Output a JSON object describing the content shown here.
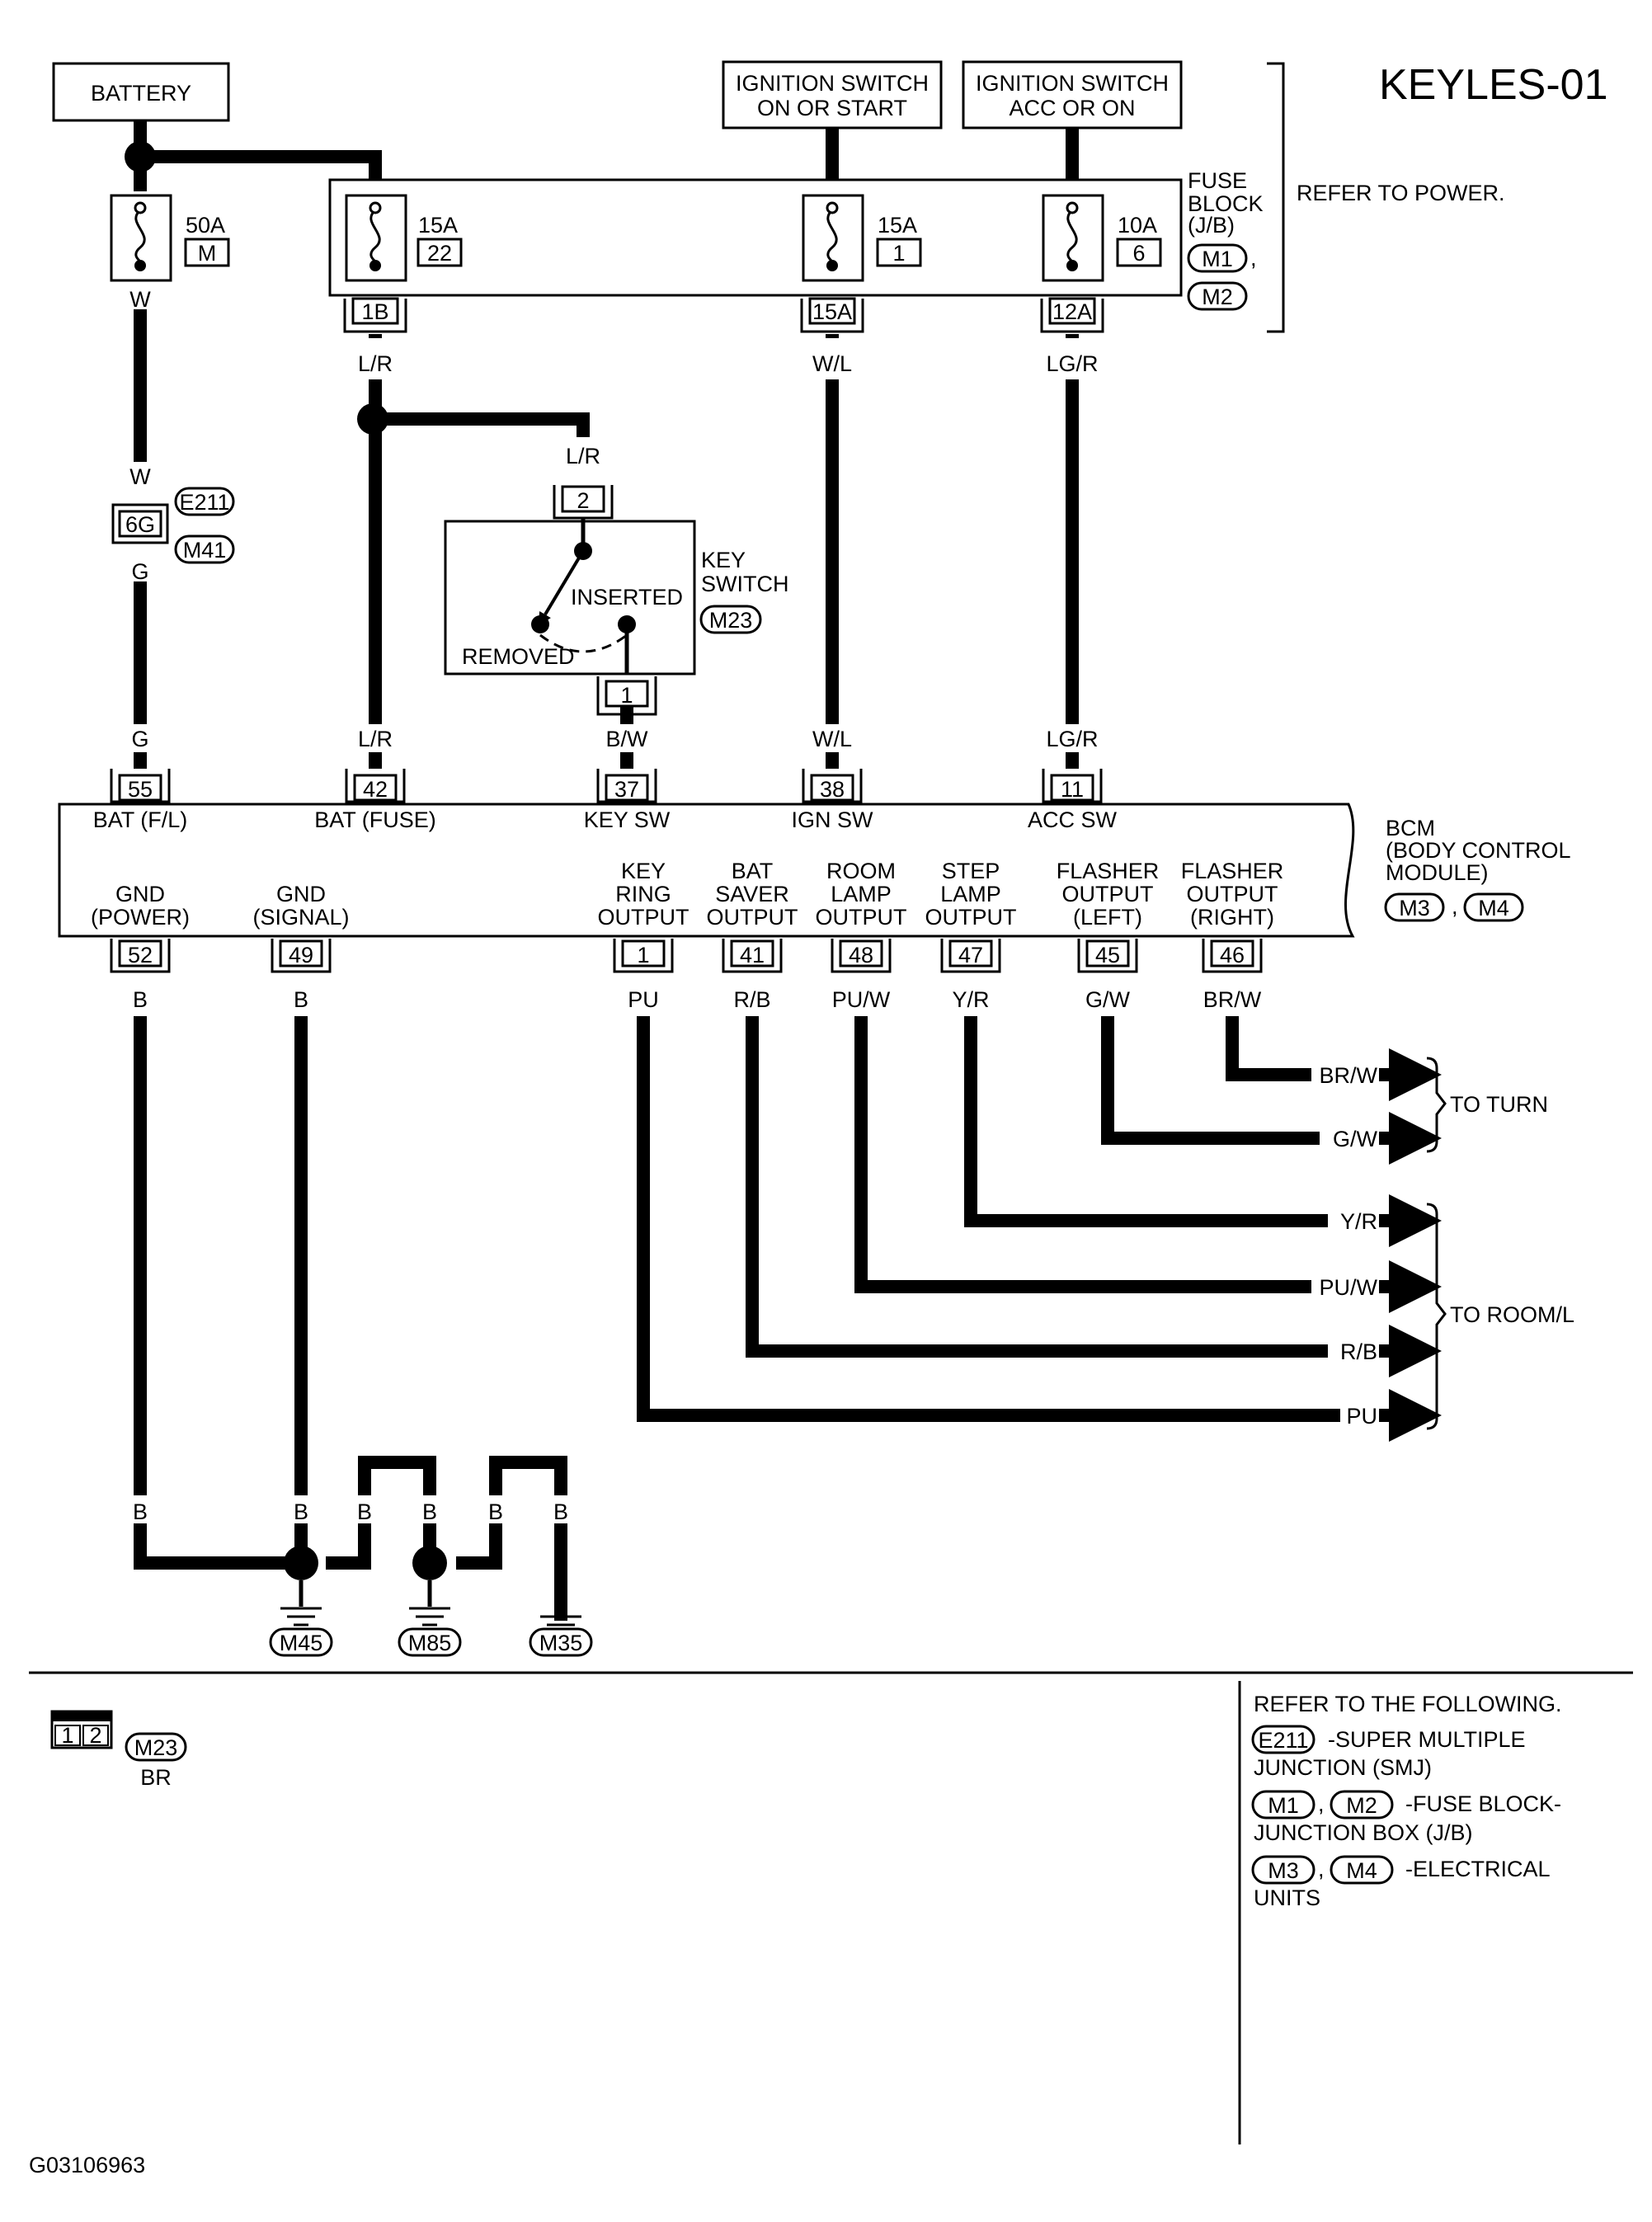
{
  "title": "KEYLES-01",
  "sources": {
    "battery": "BATTERY",
    "ign_on_start": [
      "IGNITION SWITCH",
      "ON OR START"
    ],
    "ign_acc_on": [
      "IGNITION SWITCH",
      "ACC OR ON"
    ]
  },
  "fuse_block": {
    "label": [
      "FUSE",
      "BLOCK",
      "(J/B)"
    ],
    "connectors": [
      "M1",
      "M2"
    ],
    "separator": ",",
    "refer": "REFER TO POWER."
  },
  "fuses": [
    {
      "amps": "50A",
      "code": "M"
    },
    {
      "amps": "15A",
      "code": "22"
    },
    {
      "amps": "15A",
      "code": "1"
    },
    {
      "amps": "10A",
      "code": "6"
    }
  ],
  "fuse_terminals": [
    "1B",
    "15A",
    "12A"
  ],
  "smj": {
    "terminal": "6G",
    "connectors": [
      "E211",
      "M41"
    ]
  },
  "key_switch": {
    "label": [
      "KEY",
      "SWITCH"
    ],
    "connector": "M23",
    "inserted": "INSERTED",
    "removed": "REMOVED",
    "pin_top": "2",
    "pin_bottom": "1"
  },
  "wire_colors": {
    "w": "W",
    "g": "G",
    "lr": "L/R",
    "bw": "B/W",
    "wl": "W/L",
    "lgr": "LG/R",
    "b": "B",
    "pu": "PU",
    "rb": "R/B",
    "puw": "PU/W",
    "yr": "Y/R",
    "gw": "G/W",
    "brw": "BR/W"
  },
  "bcm": {
    "label": [
      "BCM",
      "(BODY CONTROL",
      "MODULE)"
    ],
    "connectors": [
      "M3",
      "M4"
    ],
    "separator": ",",
    "top_pins": [
      {
        "pin": "55",
        "name": "BAT (F/L)"
      },
      {
        "pin": "42",
        "name": "BAT (FUSE)"
      },
      {
        "pin": "37",
        "name": "KEY SW"
      },
      {
        "pin": "38",
        "name": "IGN SW"
      },
      {
        "pin": "11",
        "name": "ACC SW"
      }
    ],
    "bottom_pins": [
      {
        "pin": "52",
        "name": [
          "GND",
          "(POWER)"
        ]
      },
      {
        "pin": "49",
        "name": [
          "GND",
          "(SIGNAL)"
        ]
      },
      {
        "pin": "1",
        "name": [
          "KEY",
          "RING",
          "OUTPUT"
        ]
      },
      {
        "pin": "41",
        "name": [
          "BAT",
          "SAVER",
          "OUTPUT"
        ]
      },
      {
        "pin": "48",
        "name": [
          "ROOM",
          "LAMP",
          "OUTPUT"
        ]
      },
      {
        "pin": "47",
        "name": [
          "STEP",
          "LAMP",
          "OUTPUT"
        ]
      },
      {
        "pin": "45",
        "name": [
          "FLASHER",
          "OUTPUT",
          "(LEFT)"
        ]
      },
      {
        "pin": "46",
        "name": [
          "FLASHER",
          "OUTPUT",
          "(RIGHT)"
        ]
      }
    ]
  },
  "destinations": {
    "turn": "TO TURN",
    "room": "TO ROOM/L"
  },
  "grounds": [
    "M45",
    "M85",
    "M35"
  ],
  "connector_view": {
    "pins": [
      "1",
      "2"
    ],
    "connector": "M23",
    "color": "BR"
  },
  "refer_following": {
    "heading": "REFER TO THE FOLLOWING.",
    "e211": "E211",
    "e211_desc": [
      "-SUPER MULTIPLE",
      "JUNCTION (SMJ)"
    ],
    "m1": "M1",
    "m2": "M2",
    "sep": ",",
    "fuse_desc": [
      "-FUSE BLOCK-",
      "JUNCTION BOX (J/B)"
    ],
    "m3": "M3",
    "m4": "M4",
    "units_desc": [
      "-ELECTRICAL",
      "UNITS"
    ]
  },
  "figure_id": "G03106963"
}
